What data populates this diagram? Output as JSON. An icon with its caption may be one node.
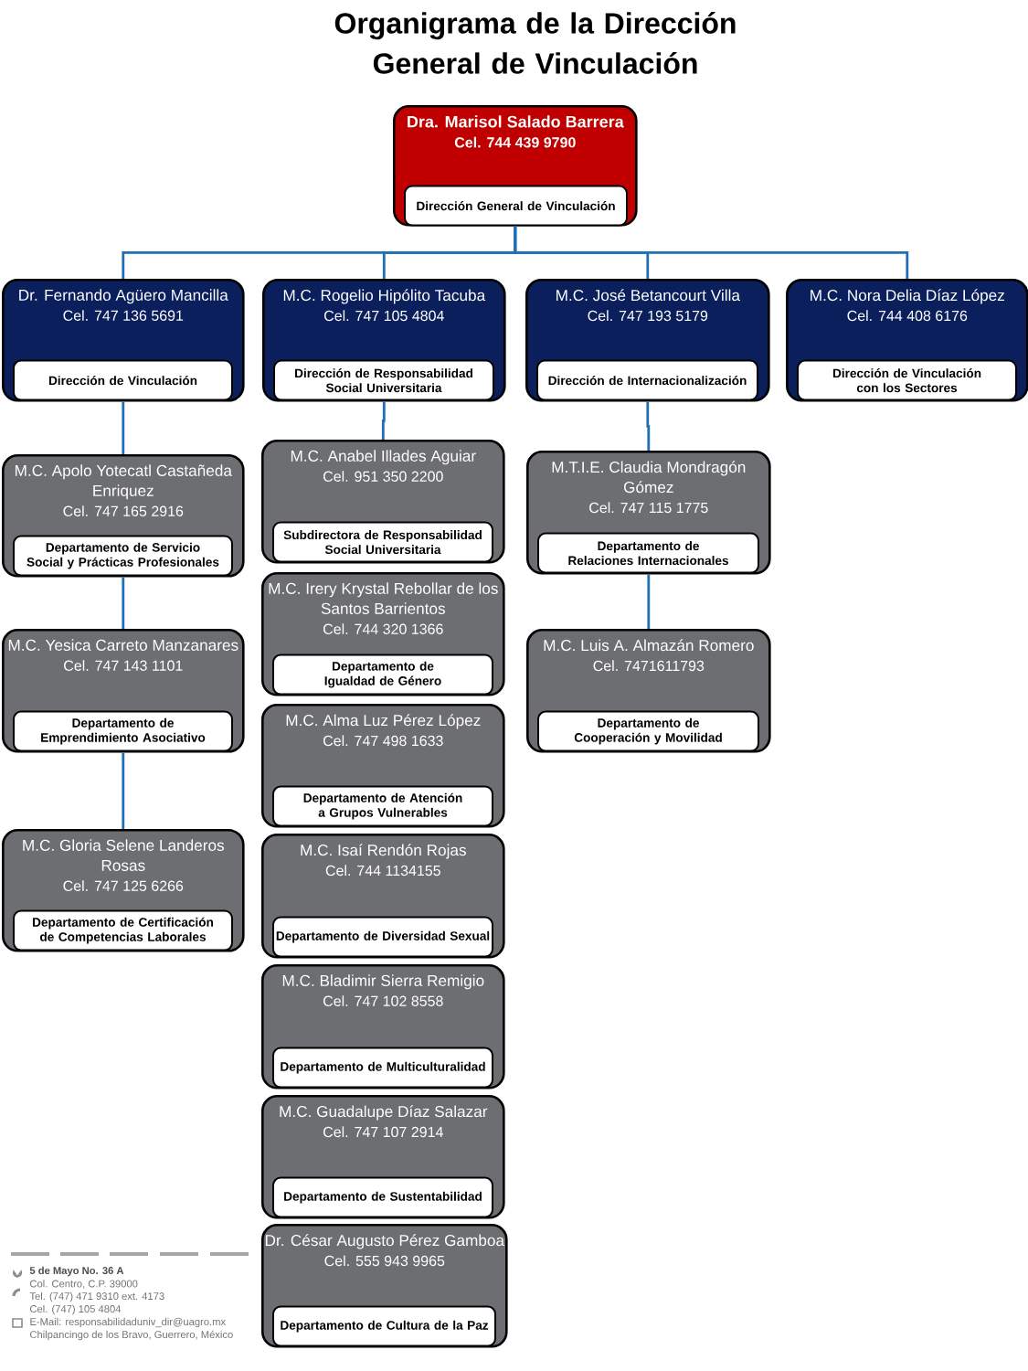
{
  "diagram": {
    "title": "Organigrama de la Dirección General de Vinculación",
    "nodes": [
      {
        "text": [
          "Dra. Marisol Salado Barrera",
          "Cel. 744 439 9790"
        ]
      },
      {
        "text": [
          "Dirección General de Vinculación"
        ],
        "in": 0
      },
      {
        "text": [
          "Dr. Fernando Agüero Mancilla",
          "Cel. 747 136 5691"
        ]
      },
      {
        "text": [
          "Dirección de Vinculación"
        ],
        "in": 2
      },
      {
        "text": [
          "M.C. Rogelio Hipólito Tacuba",
          "Cel. 747 105 4804"
        ]
      },
      {
        "text": [
          "Dirección de Responsabilidad Social Universitaria"
        ],
        "in": 4
      },
      {
        "text": [
          "M.C. José Betancourt Villa",
          "Cel. 747 193 5179"
        ]
      },
      {
        "text": [
          "Dirección de Internacionalización"
        ],
        "in": 6
      },
      {
        "text": [
          "M.C. Nora Delia Díaz López",
          "Cel. 744 408 6176"
        ]
      },
      {
        "text": [
          "Dirección de Vinculación con los Sectores"
        ],
        "in": 8
      },
      {
        "text": [
          "M.C. Apolo Yotecatl Castañeda Enriquez",
          "Cel. 747 165 2916"
        ]
      },
      {
        "text": [
          "Departamento de Servicio Social y Prácticas Profesionales"
        ],
        "in": 10
      },
      {
        "text": [
          "M.C. Yesica Carreto Manzanares",
          "Cel. 747 143 1101"
        ]
      },
      {
        "text": [
          "Departamento de Emprendimiento Asociativo"
        ],
        "in": 12
      },
      {
        "text": [
          "M.C. Gloria Selene Landeros Rosas",
          "Cel. 747 125 6266"
        ]
      },
      {
        "text": [
          "Departamento de Certificación de Competencias Laborales"
        ],
        "in": 14
      },
      {
        "text": [
          "M.C. Anabel Illades Aguiar",
          "Cel. 951 350 2200"
        ]
      },
      {
        "text": [
          "Subdirectora de Responsabilidad Social Universitaria"
        ],
        "in": 16
      },
      {
        "text": [
          "M.C. Irery Krystal Rebollar de los Santos Barrientos",
          "Cel. 744 320 1366"
        ]
      },
      {
        "text": [
          "Departamento de Igualdad de Género"
        ],
        "in": 18
      },
      {
        "text": [
          "M.C. Alma Luz Pérez López",
          "Cel. 747 498 1633"
        ]
      },
      {
        "text": [
          "Departamento de Atención a Grupos Vulnerables"
        ],
        "in": 20
      },
      {
        "text": [
          "M.C. Isaí Rendón Rojas",
          "Cel. 744 1134155"
        ]
      },
      {
        "text": [
          "Departamento de Diversidad Sexual"
        ],
        "in": 22
      },
      {
        "text": [
          "M.C. Bladimir Sierra Remigio",
          "Cel. 747 102 8558"
        ]
      },
      {
        "text": [
          "Departamento de Multiculturalidad"
        ],
        "in": 24
      },
      {
        "text": [
          "M.C. Guadalupe Díaz Salazar",
          "Cel. 747 107 2914"
        ]
      },
      {
        "text": [
          "Departamento de Sustentabilidad"
        ],
        "in": 26
      },
      {
        "text": [
          "Dr. César Augusto Pérez Gamboa",
          "Cel. 555 943 9965"
        ]
      },
      {
        "text": [
          "Departamento de Cultura de la Paz"
        ],
        "in": 28
      },
      {
        "text": [
          "M.T.I.E. Claudia Mondragón Gómez",
          "Cel. 747 115 1775"
        ]
      },
      {
        "text": [
          "Departamento de Relaciones Internacionales"
        ],
        "in": 30
      },
      {
        "text": [
          "M.C. Luis A. Almazán Romero",
          "Cel. 7471611793"
        ]
      },
      {
        "text": [
          "Departamento de Cooperación y Movilidad"
        ],
        "in": 32
      }
    ],
    "edges": [
      {
        "from": 0,
        "to": 2,
        "arrow": "none"
      },
      {
        "from": 0,
        "to": 4,
        "arrow": "none"
      },
      {
        "from": 0,
        "to": 6,
        "arrow": "none"
      },
      {
        "from": 0,
        "to": 8,
        "arrow": "none"
      },
      {
        "from": 2,
        "to": 10,
        "arrow": "none"
      },
      {
        "from": 10,
        "to": 12,
        "arrow": "none"
      },
      {
        "from": 12,
        "to": 14,
        "arrow": "none"
      },
      {
        "from": 4,
        "to": 16,
        "arrow": "none"
      },
      {
        "from": 6,
        "to": 30,
        "arrow": "none"
      },
      {
        "from": 30,
        "to": 32,
        "arrow": "none"
      }
    ],
    "labels": [
      "5 de Mayo No. 36 A",
      "Col. Centro, C.P. 39000",
      "Tel. (747) 471 9310 ext. 4173",
      "Cel. (747) 105 4804",
      "E-Mail: responsabilidaduniv_dir@uagro.mx",
      "Chilpancingo de los Bravo, Guerrero, México"
    ]
  }
}
